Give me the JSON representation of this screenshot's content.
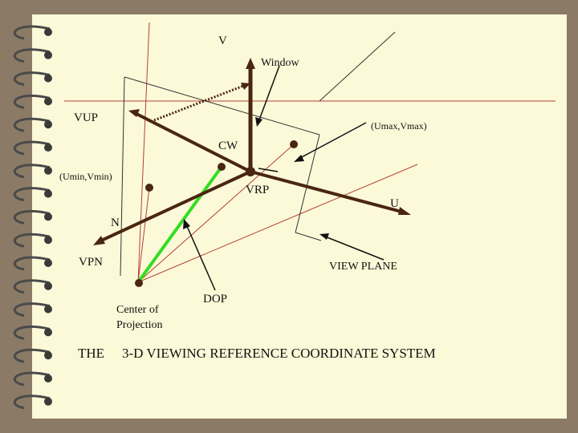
{
  "labels": {
    "v": "V",
    "window": "Window",
    "vup": "VUP",
    "umax_vmax": "(Umax,Vmax)",
    "cw": "CW",
    "umin_vmin": "(Umin,Vmin)",
    "vrp": "VRP",
    "u": "U",
    "n": "N",
    "vpn": "VPN",
    "view_plane": "VIEW PLANE",
    "dop": "DOP",
    "center_line1": "Center of",
    "center_line2": "Projection"
  },
  "title": {
    "prefix": "THE",
    "text": "3-D VIEWING REFERENCE COORDINATE SYSTEM"
  },
  "colors": {
    "background": "#8b7b66",
    "page": "#fbf9d8",
    "axis_thin": "#b5403a",
    "thick": "#4a2510",
    "plane": "#333333",
    "dop": "#33dd22",
    "ring": "#4a4a4a"
  }
}
